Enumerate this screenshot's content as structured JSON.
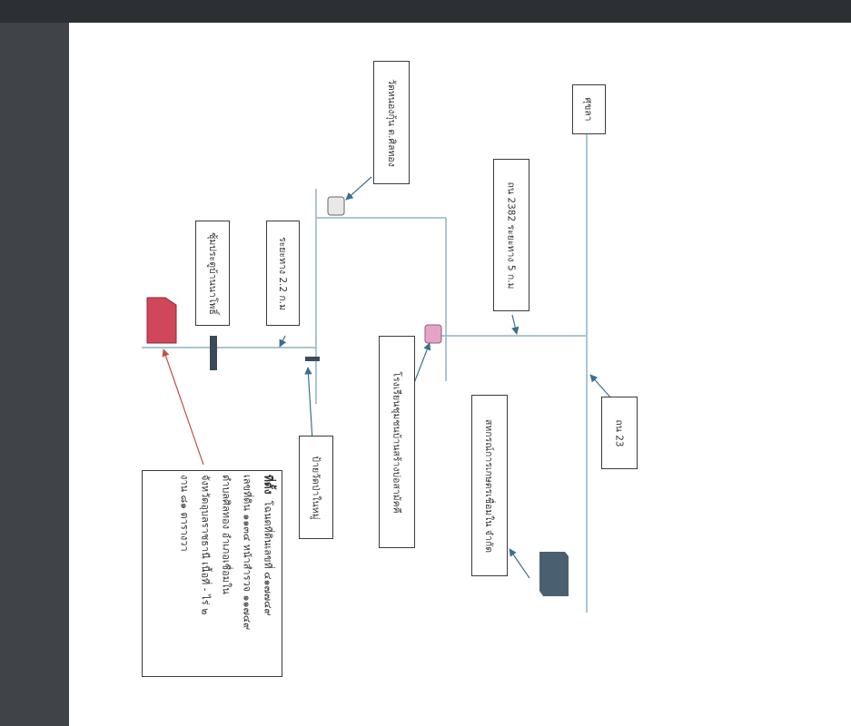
{
  "viewer": {
    "background": "#3b3e42",
    "page_background": "#ffffff"
  },
  "map": {
    "labels": {
      "temple": "วัดหนองกุ้น ต.ศิลทอง",
      "sukhla": "ศุขลา",
      "road_2382": "ถน 2382 ระยะทาง 5 ก.ม",
      "gate": "ซุ้มประตูบ้านนาโพธิ์",
      "distance_22": "ระยะทาง 2.2 ก.ม",
      "school": "โรงเรียนชุมชนบ้านสร้างบ่อสามัคคี",
      "cooperative": "สหกรณ์การเกษตรเชื่อมใน จำกัด",
      "road_23": "ถน 23",
      "sign": "ป้ายวัดป่าในหมู่"
    },
    "description": {
      "heading": "ที่ตั้ง",
      "lines": [
        "โฉนดที่ดินเลขที่ ๔๑๗๗๔๙",
        "เลขที่ดิน ๑๑๓๔ หน้าสำรวจ ๑๑๗๔๙",
        "ตำบลศิลทอง อำเภอเชื่อมใน",
        "จังหวัดอุบลราชธานี เนื้อที่ - ไร่ ๒",
        "งาน ๘๑ ตารางวา"
      ]
    },
    "colors": {
      "road_line": "#8fb3c4",
      "leader_arrow": "#3a6f8e",
      "red_leader": "#c0504d",
      "property_marker": "#d0475a",
      "school_marker": "#e5a3c6",
      "temple_marker": "#e8e8e8",
      "cooperative_marker": "#4a6070",
      "gate_bar": "#3a4a58"
    }
  }
}
